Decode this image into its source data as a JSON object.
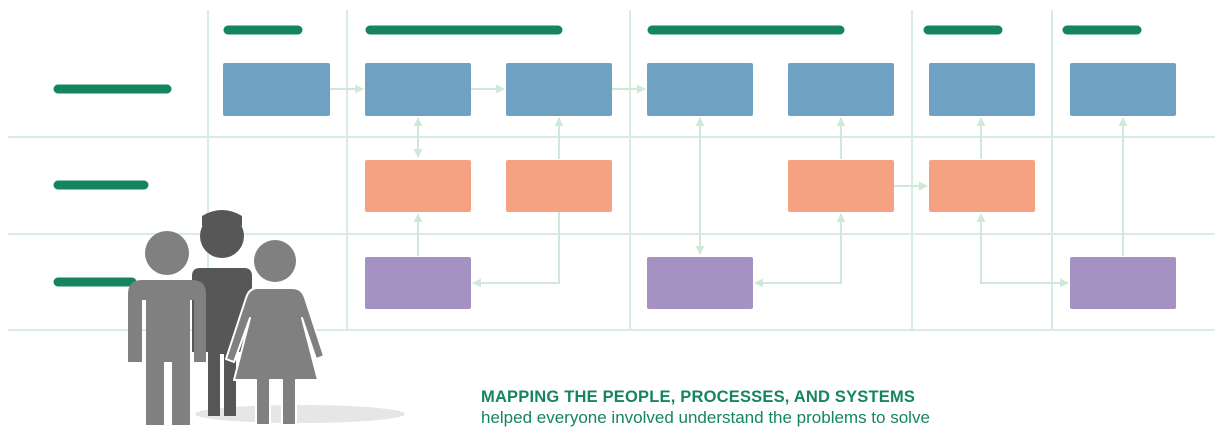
{
  "caption": {
    "title": "MAPPING THE PEOPLE, PROCESSES, AND SYSTEMS",
    "subtitle": "helped everyone involved understand the problems to solve"
  },
  "colors": {
    "grid": "#d6eddf",
    "header_bar": "#14855f",
    "system_box": "#6fa1c3",
    "process_box": "#f5a283",
    "people_box": "#a592c3",
    "arrow": "#cfe9d9",
    "person_light": "#808080",
    "person_dark": "#575757",
    "caption": "#16855f"
  },
  "diagram": {
    "columns": [
      "col-1",
      "col-2",
      "col-3",
      "col-4",
      "col-5"
    ],
    "rows": [
      "row-systems",
      "row-processes",
      "row-people"
    ]
  },
  "icons": [
    "people-group-icon"
  ]
}
